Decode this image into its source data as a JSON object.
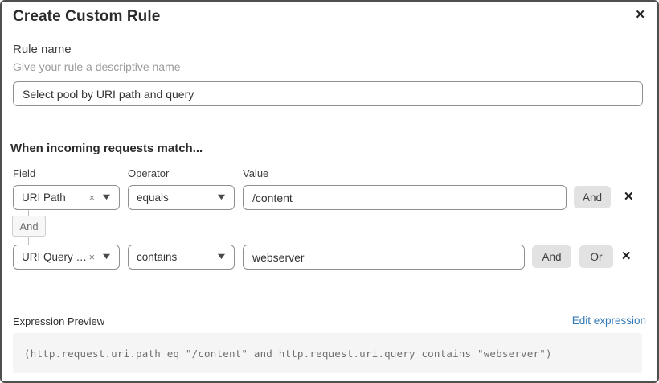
{
  "dialog": {
    "title": "Create Custom Rule"
  },
  "icons": {
    "close": "✕",
    "delete": "✕",
    "clear": "×",
    "caret_down": "▼"
  },
  "rule_name": {
    "label": "Rule name",
    "helper": "Give your rule a descriptive name",
    "value": "Select pool by URI path and query"
  },
  "match_section": {
    "heading": "When incoming requests match...",
    "columns": {
      "field": "Field",
      "operator": "Operator",
      "value": "Value"
    },
    "rows": [
      {
        "field": "URI Path",
        "operator": "equals",
        "value": "/content",
        "and_label": "And"
      },
      {
        "field": "URI Query St...",
        "operator": "contains",
        "value": "webserver",
        "and_label": "And",
        "or_label": "Or"
      }
    ],
    "connector_label": "And"
  },
  "expression": {
    "label": "Expression Preview",
    "edit_link": "Edit expression",
    "code": "(http.request.uri.path eq \"/content\" and http.request.uri.query contains \"webserver\")"
  },
  "colors": {
    "dialog_border": "#4f4f4f",
    "input_border": "#8f8f8f",
    "button_bg": "#e2e2e2",
    "link_blue": "#3379b5",
    "code_bg": "#f5f5f5",
    "helper_gray": "#9b9b9b"
  }
}
